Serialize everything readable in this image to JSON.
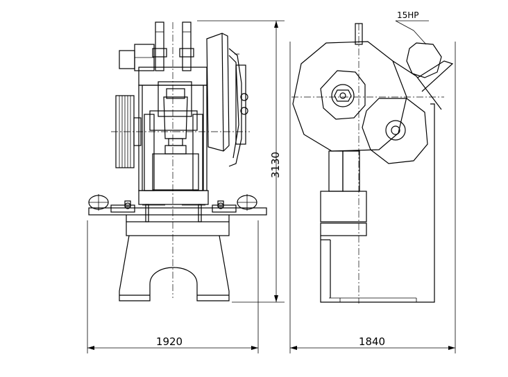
{
  "dimensions": {
    "front_width": "1920",
    "side_width": "1840",
    "overall_height": "3130"
  },
  "motor": {
    "label": "15HP"
  }
}
